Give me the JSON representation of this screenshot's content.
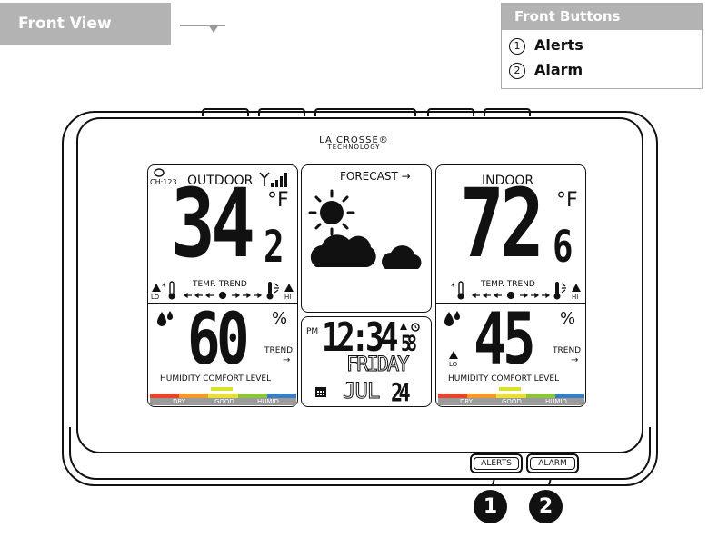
{
  "front_view": {
    "label": "Front View"
  },
  "front_buttons": {
    "title": "Front Buttons",
    "items": [
      {
        "num": "1",
        "label": "Alerts"
      },
      {
        "num": "2",
        "label": "Alarm"
      }
    ]
  },
  "brand": {
    "line1": "LA CROSSE®",
    "line2": "TECHNOLOGY"
  },
  "outdoor": {
    "channel": "CH:123",
    "title": "OUTDOOR",
    "temp_main": "34",
    "temp_decimal": "2",
    "temp_unit": "°F",
    "trend_label": "TEMP. TREND",
    "lo": "LO",
    "hi": "HI",
    "humidity": "60",
    "humidity_unit": "%",
    "humidity_trend": "TREND",
    "comfort_label": "HUMIDITY COMFORT LEVEL",
    "dry": "DRY",
    "good": "GOOD",
    "humid": "HUMID"
  },
  "forecast": {
    "title": "FORECAST →"
  },
  "clock": {
    "ampm": "PM",
    "time": "12:34",
    "seconds": "58",
    "day": "FRIDAY",
    "month": "JUL",
    "date": "24"
  },
  "indoor": {
    "title": "INDOOR",
    "temp_main": "72",
    "temp_decimal": "6",
    "temp_unit": "°F",
    "trend_label": "TEMP. TREND",
    "lo": "LO",
    "hi": "HI",
    "humidity": "45",
    "humidity_unit": "%",
    "humidity_lo": "LO",
    "humidity_trend": "TREND",
    "comfort_label": "HUMIDITY COMFORT LEVEL",
    "dry": "DRY",
    "good": "GOOD",
    "humid": "HUMID"
  },
  "buttons": {
    "alerts": "ALERTS",
    "alarm": "ALARM",
    "callout_1": "1",
    "callout_2": "2"
  },
  "colors": {
    "banner_gray": "#b3b3b3",
    "comfort_red": "#e8432c",
    "comfort_orange": "#f39a2b",
    "comfort_yellow": "#e7df3a",
    "comfort_green": "#8cc43e",
    "comfort_blue": "#3a7dc4",
    "good_marker": "#d8e22b"
  }
}
